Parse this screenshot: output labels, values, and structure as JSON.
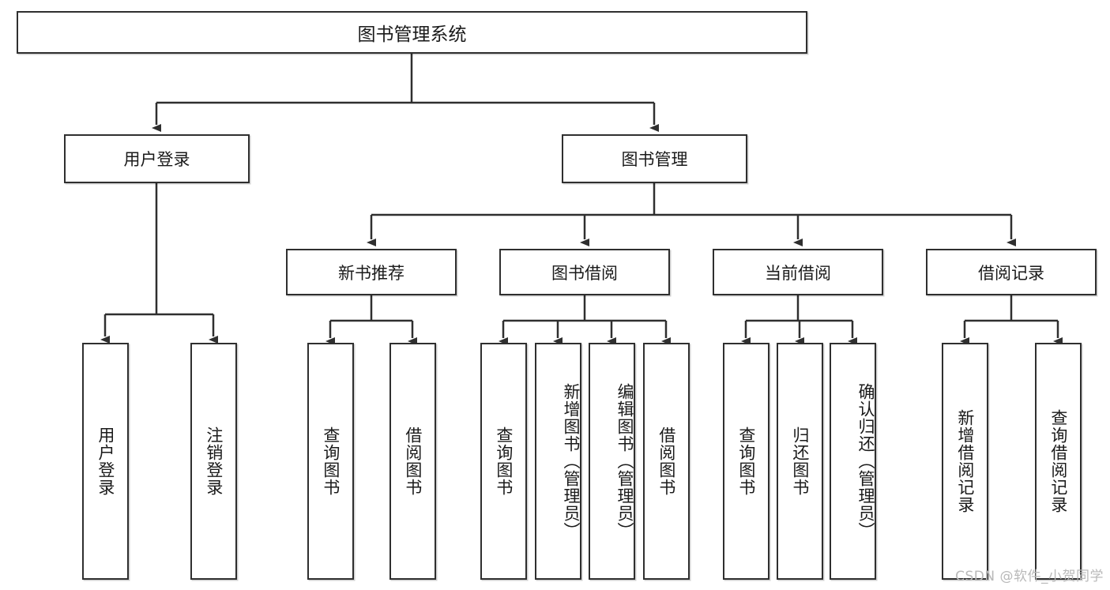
{
  "diagram": {
    "title": "图书管理系统",
    "type": "tree-hierarchy-diagram",
    "colors": {
      "stroke": "#2f2f2f",
      "fill": "#ffffff",
      "text": "#1a1a1a",
      "watermark": "#b9b9b9"
    },
    "nodes": {
      "root": {
        "label": "图书管理系统"
      },
      "level2": [
        {
          "label": "用户登录"
        },
        {
          "label": "图书管理"
        }
      ],
      "level3": [
        {
          "label": "新书推荐"
        },
        {
          "label": "图书借阅"
        },
        {
          "label": "当前借阅"
        },
        {
          "label": "借阅记录"
        }
      ],
      "leaves_user_login": [
        {
          "label": "用户登录"
        },
        {
          "label": "注销登录"
        }
      ],
      "leaves_new_book": [
        {
          "label": "查询图书"
        },
        {
          "label": "借阅图书"
        }
      ],
      "leaves_borrow": [
        {
          "label": "查询图书"
        },
        {
          "label": "新增图书（管理员）"
        },
        {
          "label": "编辑图书（管理员）"
        },
        {
          "label": "借阅图书"
        }
      ],
      "leaves_current": [
        {
          "label": "查询图书"
        },
        {
          "label": "归还图书"
        },
        {
          "label": "确认归还（管理员）"
        }
      ],
      "leaves_records": [
        {
          "label": "新增借阅记录"
        },
        {
          "label": "查询借阅记录"
        }
      ]
    },
    "watermark": "CSDN @软件_小贺同学"
  }
}
